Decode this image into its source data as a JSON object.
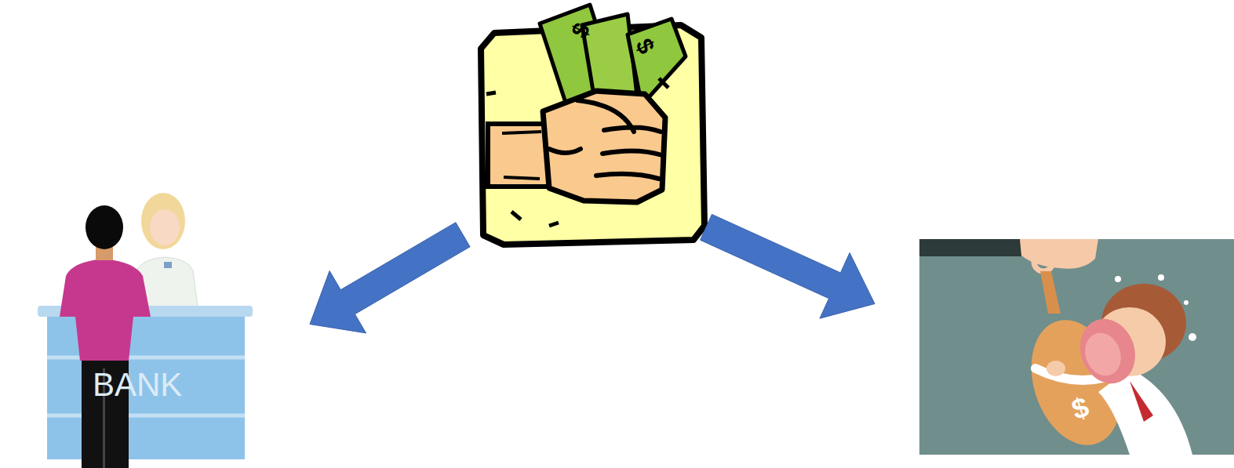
{
  "diagram": {
    "nodes": [
      {
        "text": [
          "$",
          "$"
        ]
      },
      {
        "text": [
          "BANK"
        ]
      },
      {
        "text": [
          "$"
        ]
      }
    ],
    "edges": [
      {
        "from": 0,
        "to": 1,
        "arrow": "to"
      },
      {
        "from": 0,
        "to": 2,
        "arrow": "to"
      }
    ]
  }
}
